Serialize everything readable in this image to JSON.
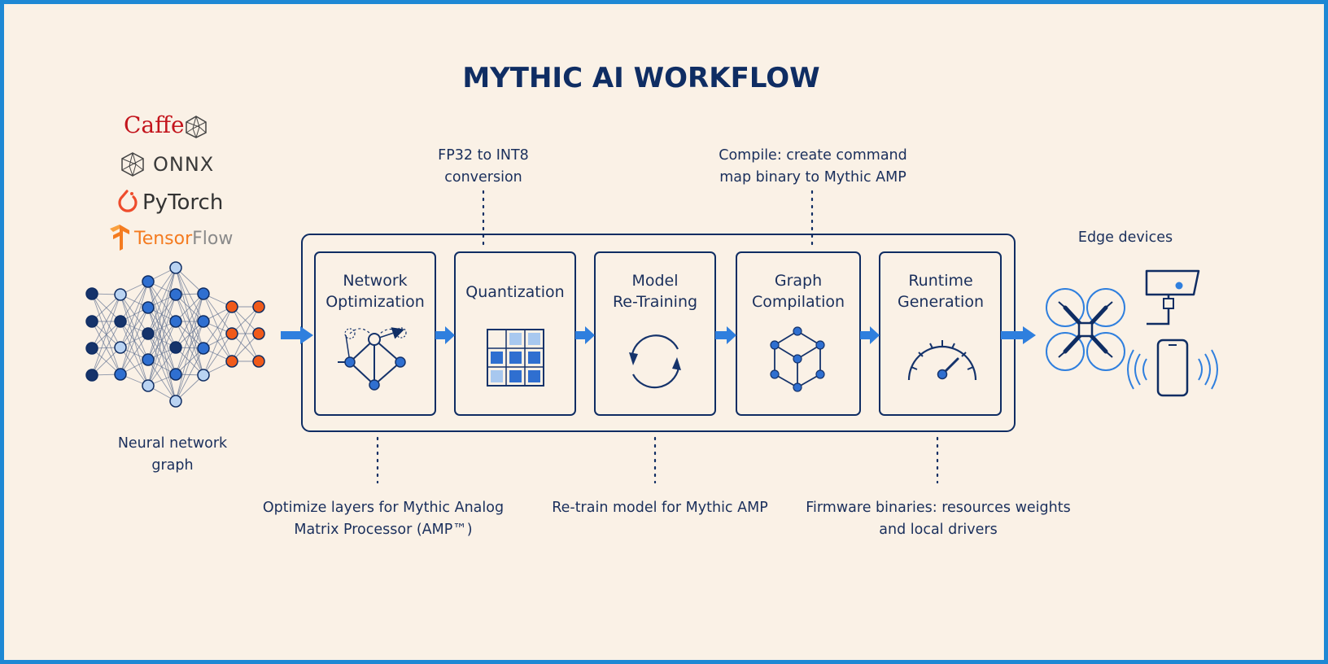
{
  "title": "MYTHIC AI WORKFLOW",
  "frameworks": {
    "caffe": "Caffe",
    "onnx": "ONNX",
    "pytorch": "PyTorch",
    "tensorflow_part1": "Tensor",
    "tensorflow_part2": "Flow"
  },
  "input": {
    "line1": "Neural network",
    "line2": "graph"
  },
  "stages": [
    {
      "line1": "Network",
      "line2": "Optimization",
      "icon": "network-graph-icon"
    },
    {
      "line1": "Quantization",
      "line2": "",
      "icon": "matrix-grid-icon"
    },
    {
      "line1": "Model",
      "line2": "Re-Training",
      "icon": "cycle-arrows-icon"
    },
    {
      "line1": "Graph",
      "line2": "Compilation",
      "icon": "cube-graph-icon"
    },
    {
      "line1": "Runtime",
      "line2": "Generation",
      "icon": "speedometer-icon"
    }
  ],
  "top_notes": {
    "quantization": {
      "line1": "FP32 to INT8",
      "line2": "conversion"
    },
    "compilation": {
      "line1": "Compile: create command",
      "line2": "map binary to Mythic AMP"
    }
  },
  "bottom_notes": {
    "optimization": {
      "line1": "Optimize layers for Mythic Analog",
      "line2": "Matrix Processor (AMP™)"
    },
    "retraining": {
      "line1": "Re-train model for Mythic AMP",
      "line2": ""
    },
    "runtime": {
      "line1": "Firmware binaries: resources weights",
      "line2": "and local drivers"
    }
  },
  "output": {
    "label": "Edge devices",
    "icons": [
      "drone-icon",
      "security-camera-icon",
      "smartphone-icon"
    ]
  },
  "colors": {
    "navy": "#0f2d63",
    "dark_node": "#15336b",
    "mid_node": "#2f6fd0",
    "light_node": "#b9d3f2",
    "orange_node": "#f05a1a",
    "arrow": "#2f7fde",
    "background": "#faf1e6",
    "border": "#1e88d4"
  }
}
